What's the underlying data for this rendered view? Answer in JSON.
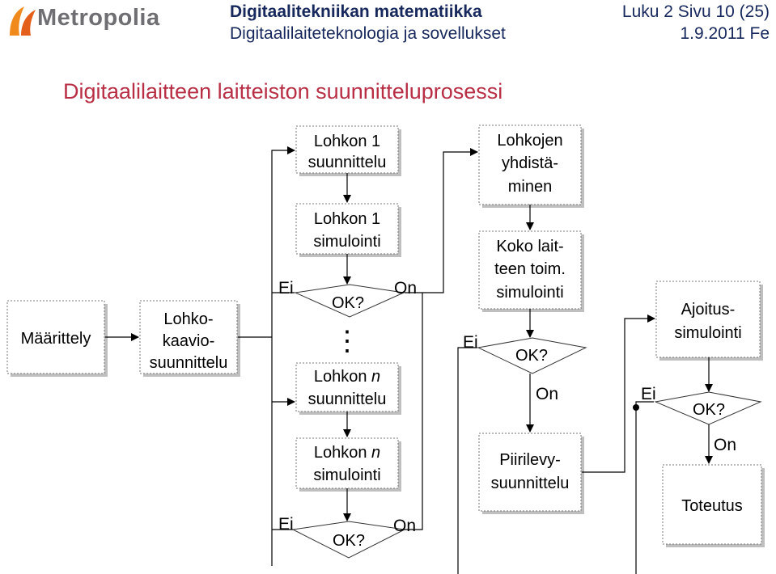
{
  "header": {
    "logo_text": "Metropolia",
    "course_title": "Digitaalitekniikan matematiikka",
    "course_subtitle": "Digitaalilaiteteknologia ja sovellukset",
    "page_info": "Luku 2  Sivu 10 (25)",
    "date_author": "1.9.2011 Fe"
  },
  "slide_title": "Digitaalilaitteen laitteiston suunnitteluprosessi",
  "diagram": {
    "define": "Määrittely",
    "block_diagram": [
      "Lohko-",
      "kaavio-",
      "suunnittelu"
    ],
    "block1_design": [
      "Lohkon 1",
      "suunnittelu"
    ],
    "block1_sim": [
      "Lohkon 1",
      "simulointi"
    ],
    "blockn_design": [
      "Lohkon ",
      "n",
      "suunnittelu"
    ],
    "blockn_sim": [
      "Lohkon ",
      "n",
      "simulointi"
    ],
    "ok": "OK?",
    "yes": "On",
    "no": "Ei",
    "ellipsis": "⋮",
    "combine": [
      "Lohkojen",
      "yhdistä-",
      "minen"
    ],
    "full_sim": [
      "Koko lait-",
      "teen toim.",
      "simulointi"
    ],
    "pcb": [
      "Piirilevy-",
      "suunnittelu"
    ],
    "timing_sim": [
      "Ajoitus-",
      "simulointi"
    ],
    "implementation": "Toteutus"
  }
}
